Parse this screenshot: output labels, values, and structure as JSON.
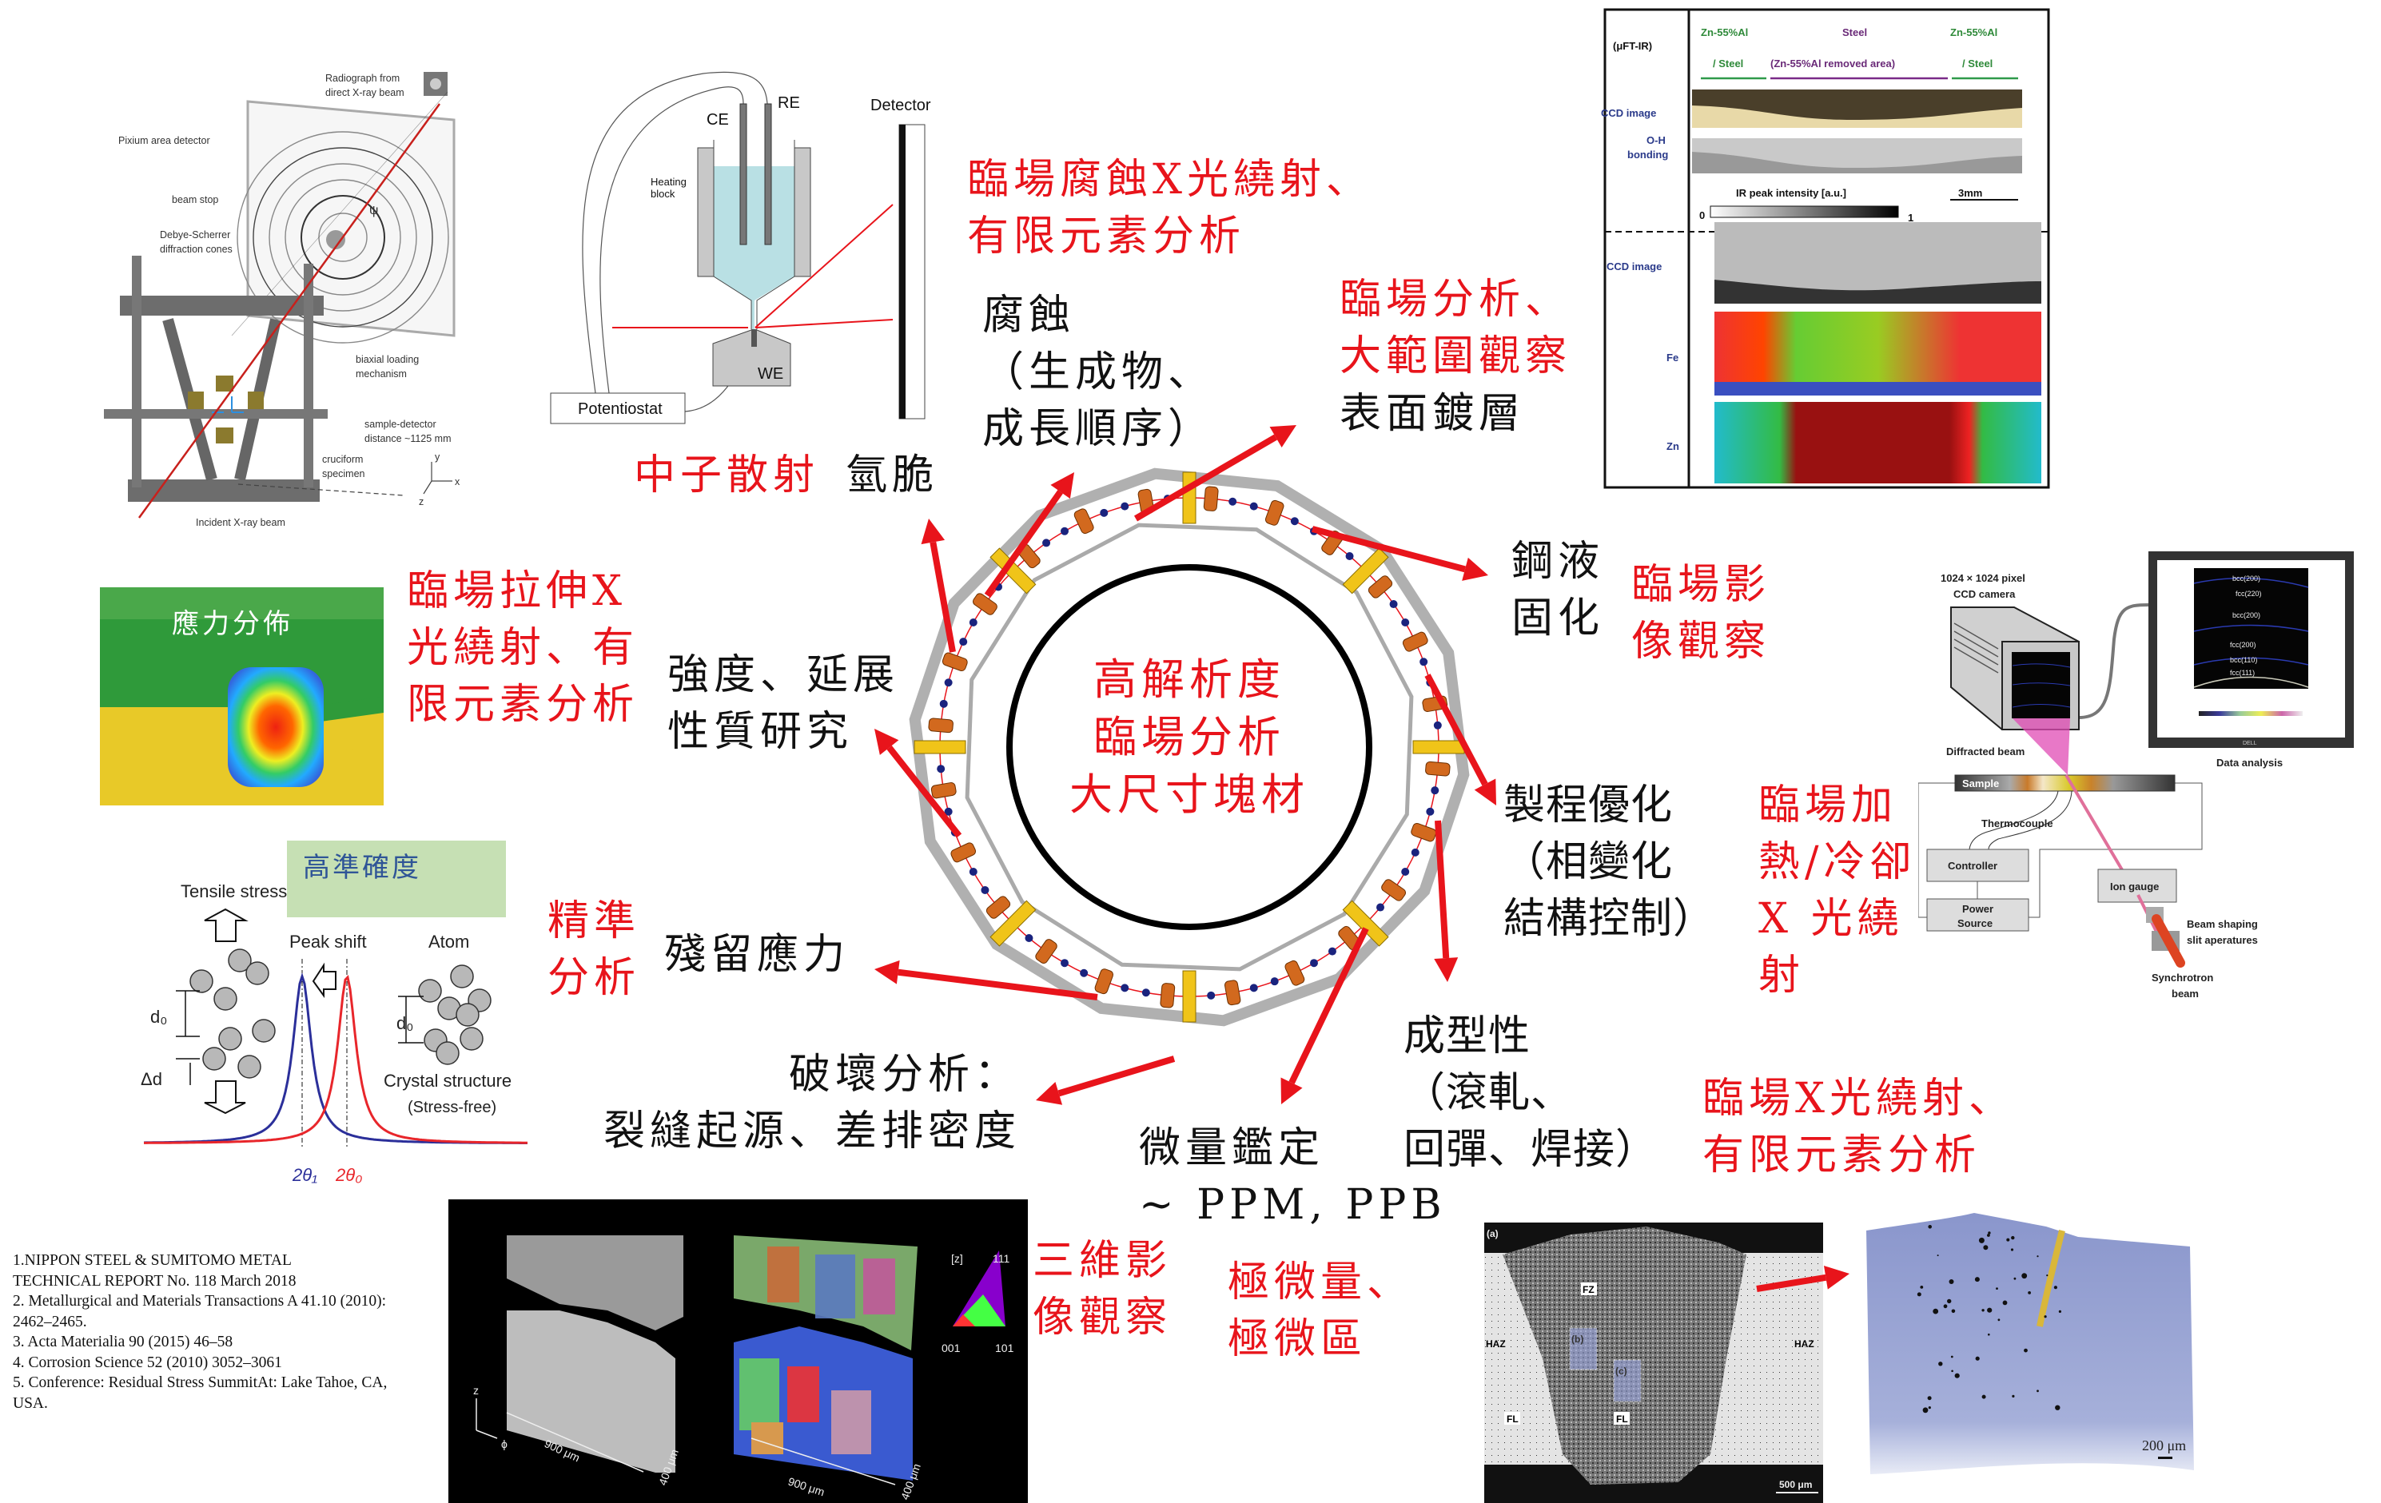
{
  "center": {
    "lines": [
      "高解析度",
      "臨場分析",
      "大尺寸塊材"
    ]
  },
  "annotations": {
    "corrosion_method": [
      "臨場腐蝕X光繞射、",
      "有限元素分析"
    ],
    "corrosion_topic": [
      "腐蝕",
      "（生成物、",
      "成長順序）"
    ],
    "coating_method": [
      "臨場分析、",
      "大範圍觀察"
    ],
    "coating_topic": "表面鍍層",
    "neutron_method": "中子散射",
    "neutron_topic": "氫脆",
    "tensile_method": [
      "臨場拉伸X",
      "光繞射、有",
      "限元素分析"
    ],
    "tensile_topic": [
      "強度、延展",
      "性質研究"
    ],
    "solidify_topic": [
      "鋼液",
      "固化"
    ],
    "solidify_method": [
      "臨場影",
      "像觀察"
    ],
    "process_topic": [
      "製程優化",
      "（相變化",
      "結構控制）"
    ],
    "process_method": [
      "臨場加",
      "熱/冷卻",
      "X  光繞",
      "射"
    ],
    "residual_method": [
      "精準",
      "分析"
    ],
    "residual_topic": "殘留應力",
    "forming_topic": [
      "成型性",
      "（滾軋、",
      "回彈、焊接）"
    ],
    "forming_method": [
      "臨場X光繞射、",
      "有限元素分析"
    ],
    "fracture_topic": [
      "破壞分析：",
      "裂縫起源、差排密度"
    ],
    "trace_topic": [
      "微量鑑定",
      "~ PPM,  PPB"
    ],
    "imaging3d_method": [
      "三維影",
      "像觀察"
    ],
    "micro_method": [
      "極微量、",
      "極微區"
    ]
  },
  "fig_biaxial": {
    "radiograph": [
      "Radiograph from",
      "direct X-ray beam"
    ],
    "detector": "Pixium area detector",
    "beam_stop": "beam stop",
    "cones": [
      "Debye-Scherrer",
      "diffraction cones"
    ],
    "loading": [
      "biaxial loading",
      "mechanism"
    ],
    "distance": [
      "sample-detector",
      "distance ~1125 mm"
    ],
    "specimen": [
      "cruciform",
      "specimen"
    ],
    "incident": "Incident X-ray beam",
    "psi": "ψ",
    "ax_x": "x",
    "ax_y": "y",
    "ax_z": "z"
  },
  "fig_cell": {
    "ce": "CE",
    "re": "RE",
    "detector": "Detector",
    "heating": [
      "Heating",
      "block"
    ],
    "we": "WE",
    "potentiostat": "Potentiostat"
  },
  "fig_ftir": {
    "method": "(μFT-IR)",
    "zn_left": "Zn-55%Al",
    "steel": "Steel",
    "zn_right": "Zn-55%Al",
    "steel_left": "/ Steel",
    "removed": "(Zn-55%Al removed area)",
    "steel_right": "/ Steel",
    "ccd": "CCD image",
    "oh": [
      "O-H",
      "bonding"
    ],
    "intensity": "IR peak intensity [a.u.]",
    "scale": "3mm",
    "min": "0",
    "max": "1",
    "ccd2": "CCD image",
    "fe": "Fe",
    "zn": "Zn"
  },
  "fig_stressmap": {
    "label": "應力分佈"
  },
  "fig_peak": {
    "accuracy": "高準確度",
    "tensile": "Tensile stress",
    "peak_shift": "Peak shift",
    "atom": "Atom",
    "d0": "d₀",
    "dd": "Δd",
    "theta1": "2θ₁",
    "theta0": "2θ₀",
    "crystal": "Crystal structure",
    "stress_free": "(Stress-free)",
    "colors": {
      "stressed": "#2b2f9a",
      "free": "#e8262b"
    }
  },
  "fig_sync": {
    "camera": [
      "1024 × 1024 pixel",
      "CCD camera"
    ],
    "peaks": [
      "bcc(200)",
      "fcc(220)",
      "bcc(200)",
      "fcc(200)",
      "bcc(110)",
      "fcc(111)"
    ],
    "analysis": "Data analysis",
    "brand": "DELL",
    "diffracted": "Diffracted beam",
    "sample": "Sample",
    "thermo": "Thermocouple",
    "controller": "Controller",
    "power": [
      "Power",
      "Source"
    ],
    "ion": "Ion gauge",
    "slits": [
      "Beam shaping",
      "slit aperatures"
    ],
    "beam": [
      "Synchrotron",
      "beam"
    ]
  },
  "fig_fracture": {
    "len1": "900 μm",
    "thk1": "400 μm",
    "len2": "900 μm",
    "thk2": "400 μm",
    "ipf": "[z]",
    "i111": "111",
    "i001": "001",
    "i101": "101",
    "ax_z": "z",
    "ax_phi": "ϕ"
  },
  "fig_weld": {
    "panel": "(a)",
    "fz": "FZ",
    "haz_l": "HAZ",
    "haz_r": "HAZ",
    "fl_l": "FL",
    "fl_r": "FL",
    "b": "(b)",
    "c": "(c)",
    "scale": "500 μm"
  },
  "fig_tomo": {
    "scale": "200 μm"
  },
  "references": [
    "1.NIPPON STEEL & SUMITOMO METAL",
    "TECHNICAL REPORT No. 118 March 2018",
    "2. Metallurgical and Materials Transactions A 41.10 (2010):",
    "2462–2465.",
    "3. Acta Materialia 90 (2015) 46–58",
    "4. Corrosion Science 52 (2010) 3052–3061",
    "5. Conference: Residual Stress SummitAt: Lake Tahoe, CA,",
    "USA."
  ],
  "colors": {
    "accent_red": "#e8141b",
    "accuracy_box": "#c6e0b4",
    "accuracy_text": "#2f5597"
  }
}
